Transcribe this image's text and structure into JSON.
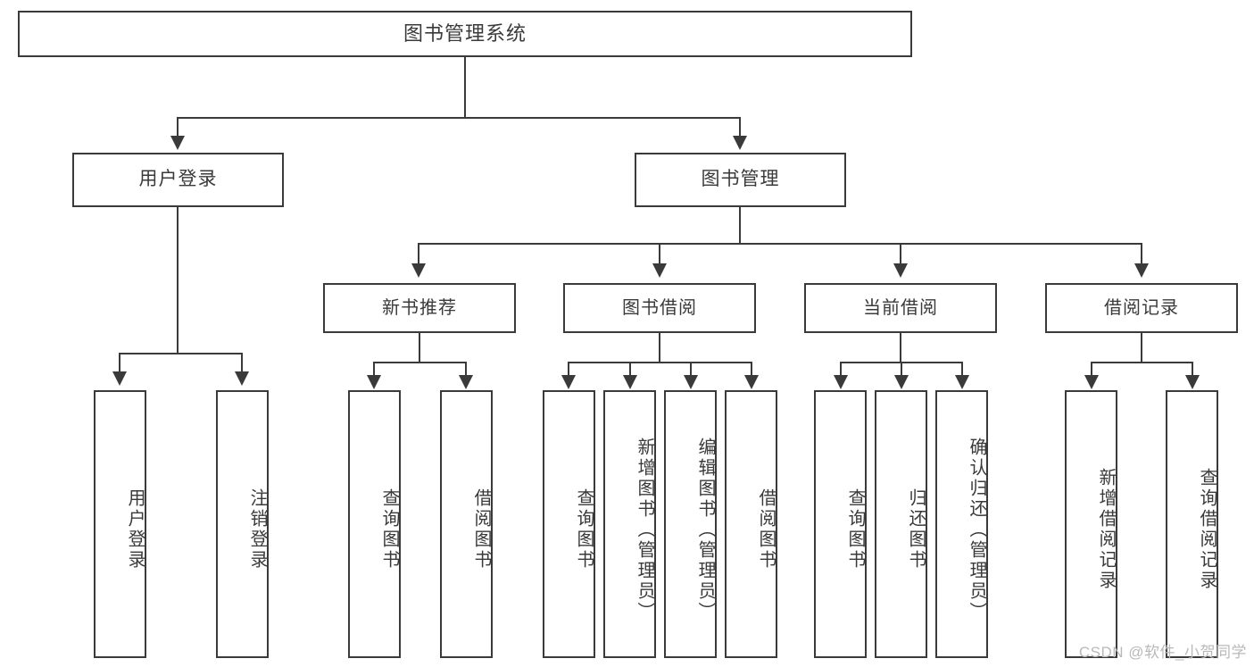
{
  "diagram": {
    "title": "图书管理系统",
    "type": "tree",
    "root": {
      "label": "图书管理系统"
    },
    "level2": [
      {
        "label": "用户登录"
      },
      {
        "label": "图书管理"
      }
    ],
    "level3": [
      {
        "label": "新书推荐"
      },
      {
        "label": "图书借阅"
      },
      {
        "label": "当前借阅"
      },
      {
        "label": "借阅记录"
      }
    ],
    "leaves": {
      "user_login": [
        {
          "label": "用户登录"
        },
        {
          "label": "注销登录"
        }
      ],
      "new_book_recommend": [
        {
          "label": "查询图书"
        },
        {
          "label": "借阅图书"
        }
      ],
      "book_borrow": [
        {
          "label": "查询图书"
        },
        {
          "label": "新增图书（管理员）"
        },
        {
          "label": "编辑图书（管理员）"
        },
        {
          "label": "借阅图书"
        }
      ],
      "current_borrow": [
        {
          "label": "查询图书"
        },
        {
          "label": "归还图书"
        },
        {
          "label": "确认归还（管理员）"
        }
      ],
      "borrow_record": [
        {
          "label": "新增借阅记录"
        },
        {
          "label": "查询借阅记录"
        }
      ]
    }
  },
  "watermark": {
    "text": "CSDN @软件_小贺同学"
  },
  "colors": {
    "stroke": "#3a3a3a",
    "background": "#ffffff",
    "watermark": "#b9b9b9"
  }
}
